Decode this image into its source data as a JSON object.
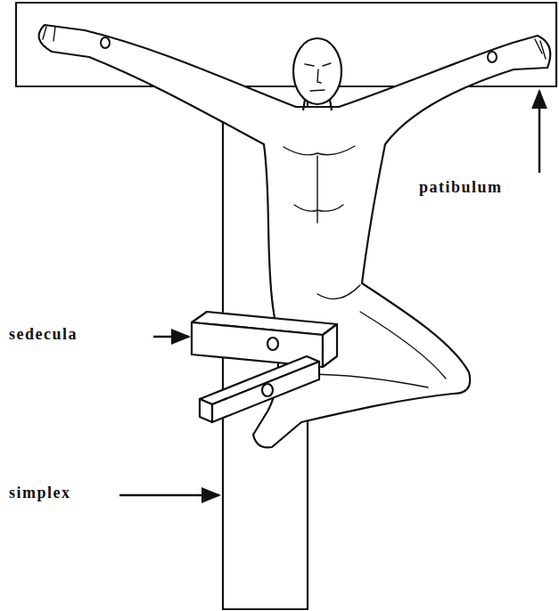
{
  "diagram": {
    "labels": [
      "patibulum",
      "sedecula",
      "simplex"
    ]
  }
}
